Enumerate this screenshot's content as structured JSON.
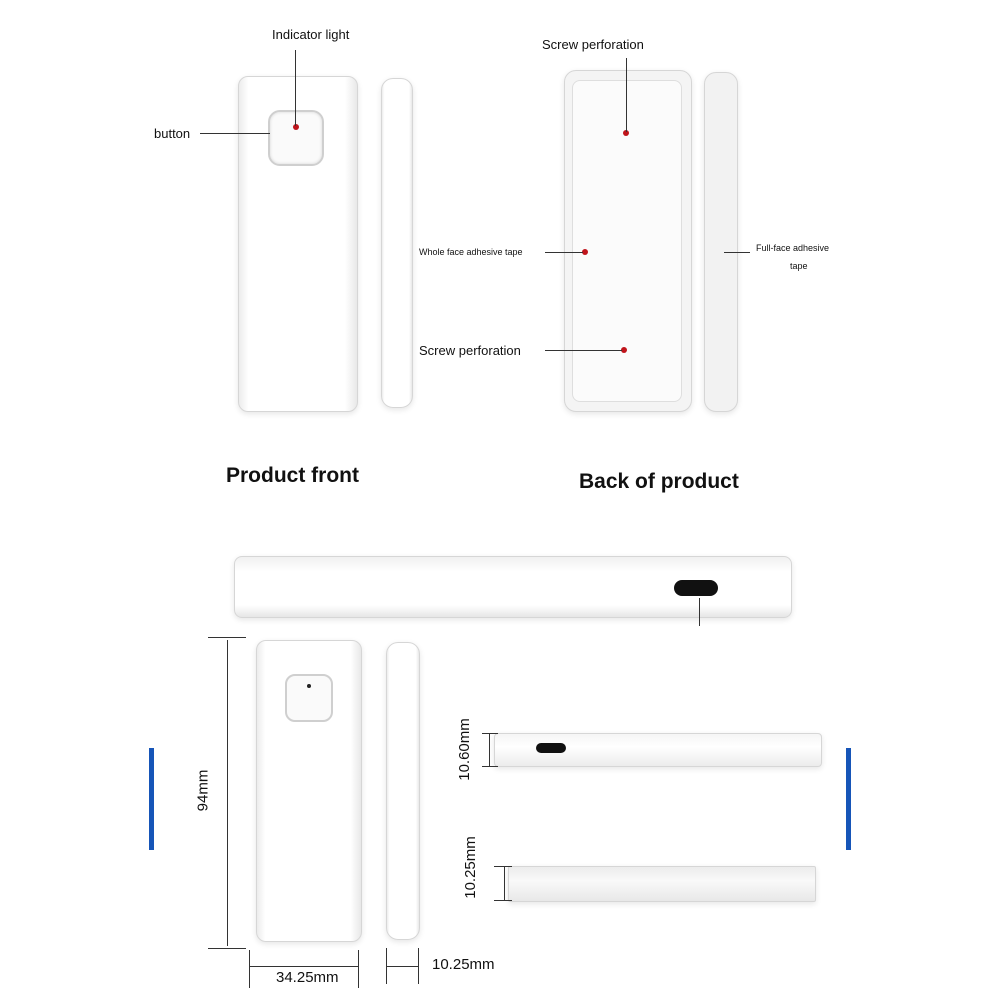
{
  "labels": {
    "indicator_light": "Indicator light",
    "button": "button",
    "screw_perforation_top": "Screw perforation",
    "whole_face_tape": "Whole face adhesive tape",
    "screw_perforation_bottom": "Screw perforation",
    "full_face_tape_line1": "Full-face adhesive",
    "full_face_tape_line2": "tape"
  },
  "captions": {
    "front": "Product front",
    "back": "Back of product"
  },
  "dimensions": {
    "height": "94mm",
    "width": "34.25mm",
    "depth": "10.25mm",
    "side_height": "10.60mm",
    "side_height_2": "10.25mm"
  },
  "colors": {
    "marker_dot": "#c0141b",
    "accent_bar": "#1655b8"
  }
}
